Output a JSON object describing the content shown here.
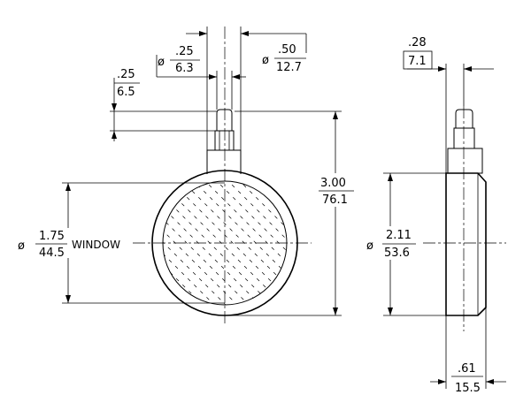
{
  "dimensions": {
    "stem_dia": {
      "symbol": "ø",
      "inch": ".25",
      "mm": "6.3"
    },
    "collar_dia": {
      "symbol": "ø",
      "inch": ".50",
      "mm": "12.7"
    },
    "stem_len": {
      "inch": ".25",
      "mm": "6.5"
    },
    "window_dia": {
      "symbol": "ø",
      "inch": "1.75",
      "mm": "44.5",
      "label": "WINDOW"
    },
    "overall_h": {
      "inch": "3.00",
      "mm": "76.1"
    },
    "side_offset": {
      "inch": ".28",
      "mm": "7.1"
    },
    "side_dia": {
      "symbol": "ø",
      "inch": "2.11",
      "mm": "53.6"
    },
    "thickness": {
      "inch": ".61",
      "mm": "15.5"
    }
  }
}
